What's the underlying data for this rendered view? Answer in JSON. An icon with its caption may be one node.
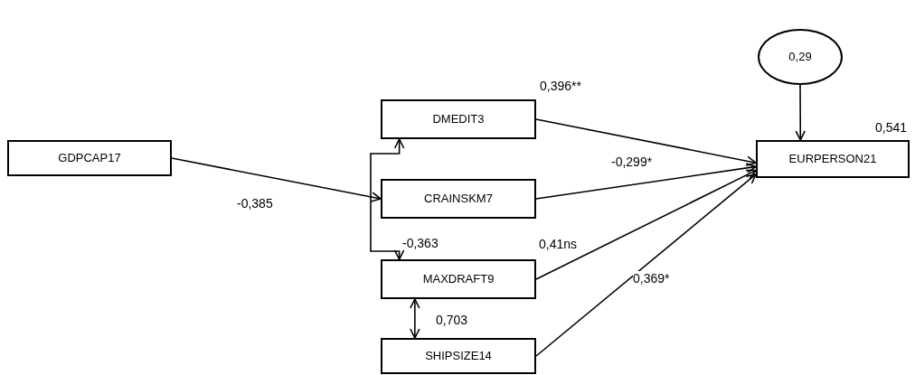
{
  "diagram": {
    "nodes": [
      {
        "text": [
          "GDPCAP17"
        ]
      },
      {
        "text": [
          "DMEDIT3"
        ]
      },
      {
        "text": [
          "CRAINSKM7"
        ]
      },
      {
        "text": [
          "MAXDRAFT9"
        ]
      },
      {
        "text": [
          "SHIPSIZE14"
        ]
      },
      {
        "text": [
          "0,29"
        ]
      },
      {
        "text": [
          "EURPERSON21"
        ],
        "beside": [
          "0,541"
        ]
      }
    ],
    "edges": [
      {
        "from": 0,
        "to": 2,
        "arrow": "to",
        "label": "-0,385"
      },
      {
        "from": 1,
        "to": 3,
        "arrow": "both",
        "label": "-0,363"
      },
      {
        "from": 3,
        "to": 4,
        "arrow": "both",
        "label": "0,703"
      },
      {
        "from": 1,
        "to": 6,
        "arrow": "to",
        "label": "0,396**"
      },
      {
        "from": 2,
        "to": 6,
        "arrow": "to",
        "label": "-0,299*"
      },
      {
        "from": 3,
        "to": 6,
        "arrow": "to",
        "label": "0,41ns"
      },
      {
        "from": 4,
        "to": 6,
        "arrow": "to",
        "label": "0,369*"
      },
      {
        "from": 5,
        "to": 6,
        "arrow": "to"
      }
    ]
  }
}
